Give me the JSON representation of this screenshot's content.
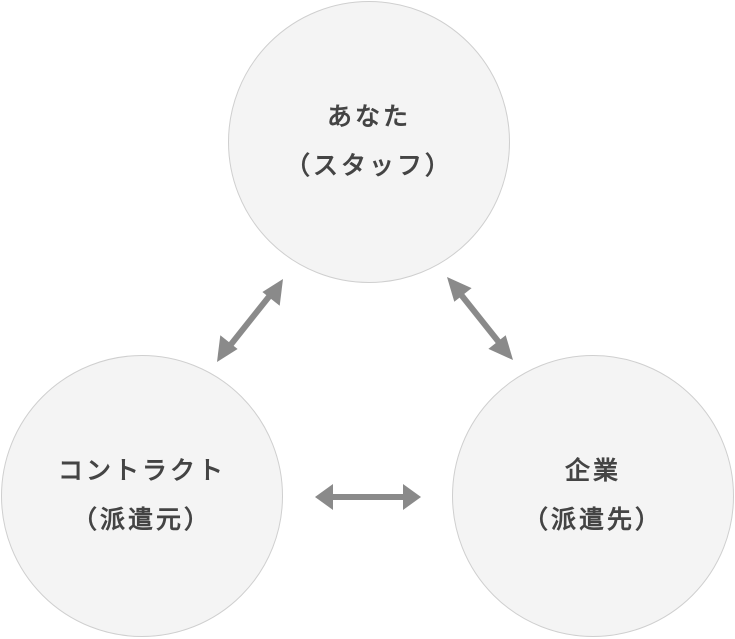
{
  "diagram": {
    "nodes": {
      "top": {
        "line1": "あなた",
        "line2": "（スタッフ）"
      },
      "left": {
        "line1": "コントラクト",
        "line2": "（派遣元）"
      },
      "right": {
        "line1": "企業",
        "line2": "（派遣先）"
      }
    },
    "colors": {
      "node_fill": "#f4f4f4",
      "node_border": "#cfcfcf",
      "text": "#444444",
      "arrow": "#8a8a8a"
    }
  }
}
